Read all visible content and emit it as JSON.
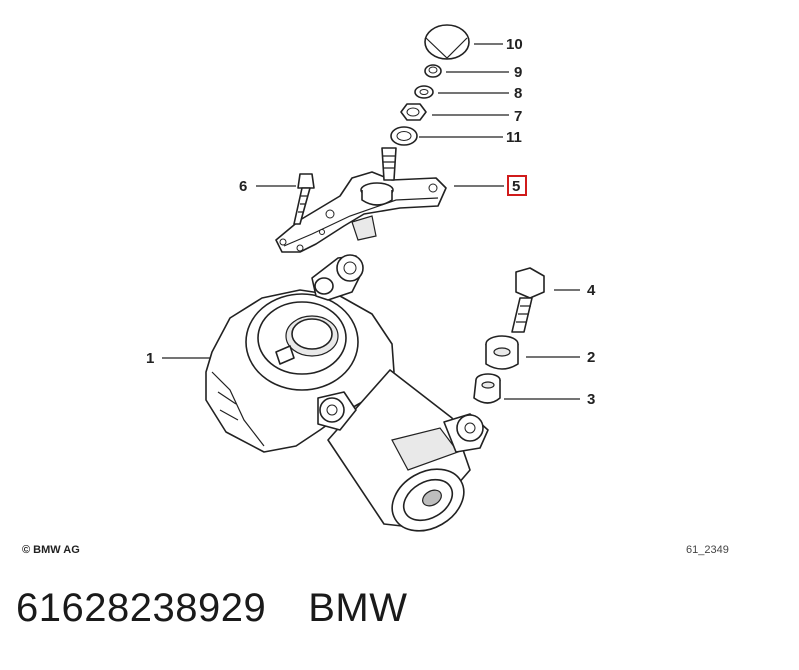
{
  "callouts": [
    {
      "id": "c1",
      "label": "1",
      "highlighted": false
    },
    {
      "id": "c2",
      "label": "2",
      "highlighted": false
    },
    {
      "id": "c3",
      "label": "3",
      "highlighted": false
    },
    {
      "id": "c4",
      "label": "4",
      "highlighted": false
    },
    {
      "id": "c5",
      "label": "5",
      "highlighted": true
    },
    {
      "id": "c6",
      "label": "6",
      "highlighted": false
    },
    {
      "id": "c7",
      "label": "7",
      "highlighted": false
    },
    {
      "id": "c8",
      "label": "8",
      "highlighted": false
    },
    {
      "id": "c9",
      "label": "9",
      "highlighted": false
    },
    {
      "id": "c10",
      "label": "10",
      "highlighted": false
    },
    {
      "id": "c11",
      "label": "11",
      "highlighted": false
    }
  ],
  "copyright": "© BMW AG",
  "drawing_number": "61_2349",
  "part_number": "61628238929",
  "brand": "BMW",
  "colors": {
    "highlight": "#d01b1b",
    "line": "#222222"
  }
}
